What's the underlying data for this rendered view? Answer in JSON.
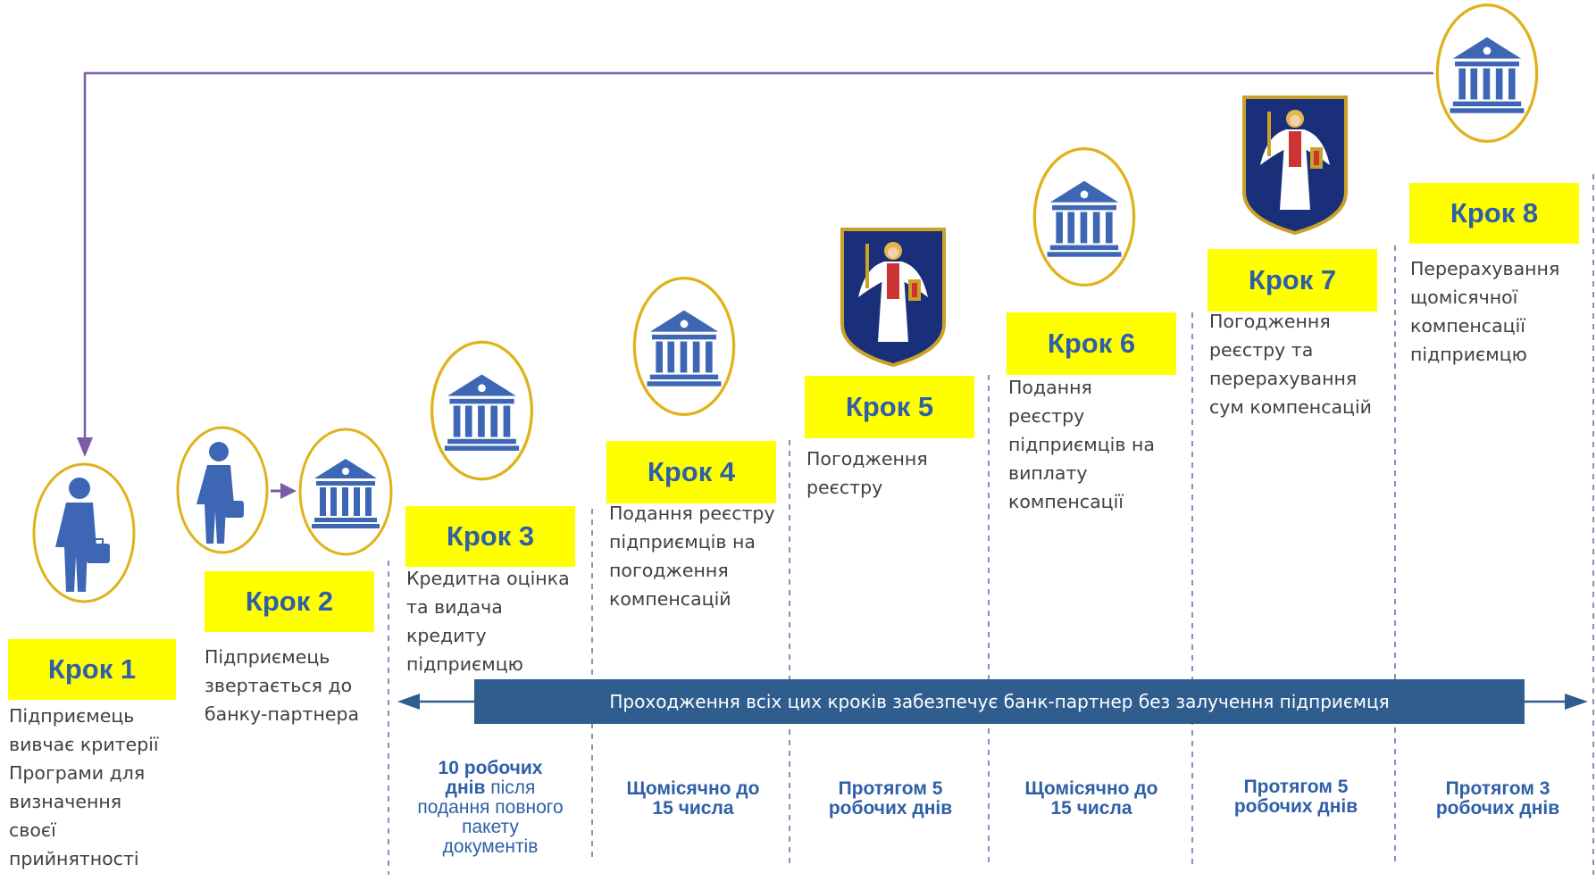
{
  "steps": [
    {
      "label": "Крок 1",
      "text": "Підприємець вивчає критерії Програми для визначення своєї прийнятності",
      "icon": "businessman-icon"
    },
    {
      "label": "Крок 2",
      "text": "Підприємець звертається до банку-партнера",
      "icon": "businessman-to-bank-icon"
    },
    {
      "label": "Крок 3",
      "text": "Кредитна оцінка та видача кредиту підприємцю",
      "icon": "bank-icon"
    },
    {
      "label": "Крок 4",
      "text": "Подання реєстру підприємців на погодження компенсацій",
      "icon": "bank-icon"
    },
    {
      "label": "Крок 5",
      "text": "Погодження реєстру",
      "icon": "kyiv-coat-of-arms-icon"
    },
    {
      "label": "Крок 6",
      "text": "Подання реєстру підприємців на виплату компенсації",
      "icon": "bank-icon"
    },
    {
      "label": "Крок 7",
      "text": "Погодження реєстру та перерахування сум компенсацій",
      "icon": "kyiv-coat-of-arms-icon"
    },
    {
      "label": "Крок 8",
      "text": "Перерахування щомісячної компенсації підприємцю",
      "icon": "bank-icon"
    }
  ],
  "banner": "Проходження всіх цих кроків забезпечує банк-партнер без залучення підприємця",
  "timings": {
    "step3_bold": "10 робочих днів",
    "step3_rest": " після подання повного пакету документів",
    "step4": "Щомісячно до 15 числа",
    "step5": "Протягом 5 робочих днів",
    "step6": "Щомісячно до 15 числа",
    "step7": "Протягом 5 робочих днів",
    "step8": "Протягом 3 робочих днів"
  },
  "colors": {
    "label_bg": "#ffff00",
    "label_text": "#2e5fa8",
    "banner_bg": "#2e5d8e",
    "loop_arrow": "#7a5ca8",
    "dashes": "#7a6ab0",
    "icon_ring": "#e0b21a",
    "icon_blue": "#3d67b5"
  }
}
